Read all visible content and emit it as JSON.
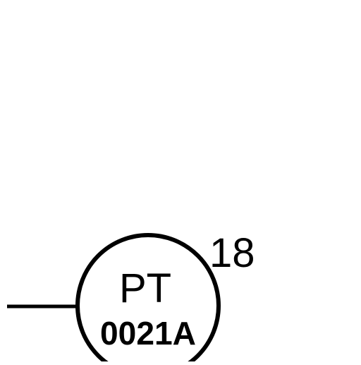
{
  "diagram": {
    "instrument": {
      "function_code": "PT",
      "loop_number": "0021A"
    },
    "callout": "18"
  }
}
